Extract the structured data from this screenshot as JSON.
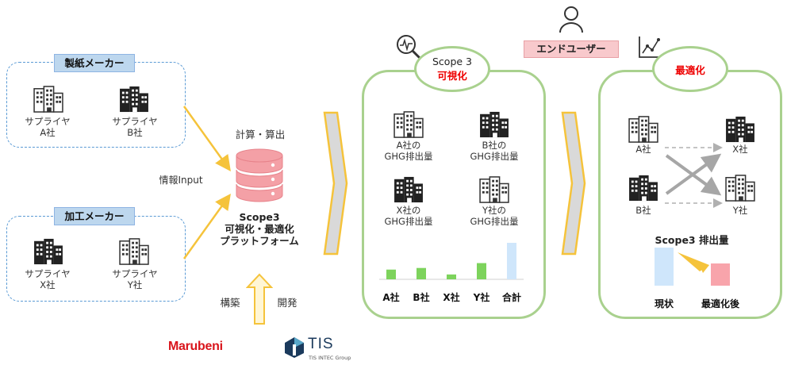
{
  "paper_maker": {
    "title": "製紙メーカー",
    "supplier_a": [
      "サプライヤ",
      "A社"
    ],
    "supplier_b": [
      "サプライヤ",
      "B社"
    ]
  },
  "processing_maker": {
    "title": "加工メーカー",
    "supplier_x": [
      "サプライヤ",
      "X社"
    ],
    "supplier_y": [
      "サプライヤ",
      "Y社"
    ]
  },
  "info_input": "情報Input",
  "platform": {
    "calc_label": "計算・算出",
    "name_line1": "Scope3",
    "name_line2": "可視化・最適化",
    "name_line3": "プラットフォーム",
    "build_label": "構築",
    "dev_label": "開発"
  },
  "logos": {
    "marubeni": "Marubeni",
    "tis": "TIS",
    "tis_sub": "TIS INTEC Group"
  },
  "end_user": "エンドユーザー",
  "visualize": {
    "oval_line1": "Scope 3",
    "oval_line2": "可視化",
    "a_emission": [
      "A社の",
      "GHG排出量"
    ],
    "b_emission": [
      "B社の",
      "GHG排出量"
    ],
    "x_emission": [
      "X社の",
      "GHG排出量"
    ],
    "y_emission": [
      "Y社の",
      "GHG排出量"
    ],
    "chart_data": {
      "type": "bar",
      "categories": [
        "A社",
        "B社",
        "X社",
        "Y社",
        "合計"
      ],
      "values": [
        12,
        14,
        6,
        20,
        45
      ],
      "colors": [
        "#7dd35c",
        "#7dd35c",
        "#7dd35c",
        "#7dd35c",
        "#cfe6fb"
      ]
    }
  },
  "optimize": {
    "oval": "最適化",
    "a": "A社",
    "b": "B社",
    "x": "X社",
    "y": "Y社",
    "chart_data": {
      "type": "bar",
      "title": "Scope3 排出量",
      "categories": [
        "現状",
        "最適化後"
      ],
      "values": [
        48,
        28
      ],
      "colors": [
        "#cfe6fb",
        "#f8a4ab"
      ]
    }
  }
}
